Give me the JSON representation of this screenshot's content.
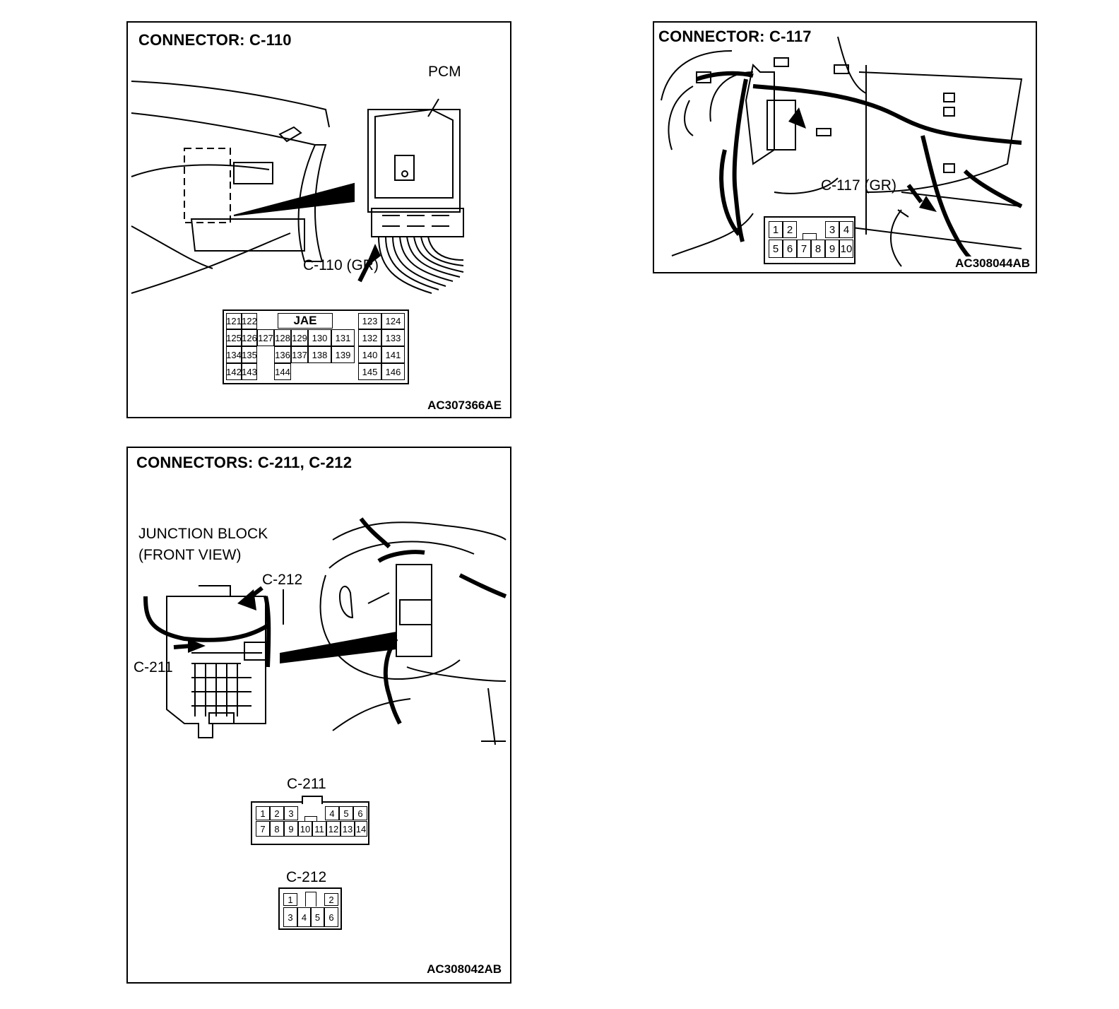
{
  "panels": {
    "c110": {
      "title": "CONNECTOR: C-110",
      "labels": {
        "pcm": "PCM",
        "connector": "C-110 (GR)"
      },
      "code": "AC307366AE",
      "pinout": {
        "housing": "JAE",
        "pins": [
          "121",
          "122",
          "123",
          "124",
          "125",
          "126",
          "127",
          "128",
          "129",
          "130",
          "131",
          "132",
          "133",
          "134",
          "135",
          "136",
          "137",
          "138",
          "139",
          "140",
          "141",
          "142",
          "143",
          "144",
          "145",
          "146"
        ]
      }
    },
    "c117": {
      "title": "CONNECTOR: C-117",
      "labels": {
        "connector": "C-117 (GR)"
      },
      "code": "AC308044AB",
      "pinout": {
        "pins": [
          "1",
          "2",
          "3",
          "4",
          "5",
          "6",
          "7",
          "8",
          "9",
          "10"
        ]
      }
    },
    "c211_c212": {
      "title": "CONNECTORS: C-211, C-212",
      "labels": {
        "junction_block_line1": "JUNCTION BLOCK",
        "junction_block_line2": "(FRONT VIEW)",
        "c212_callout": "C-212",
        "c211_callout": "C-211",
        "c211_caption": "C-211",
        "c212_caption": "C-212"
      },
      "code": "AC308042AB",
      "pinout_c211": {
        "pins": [
          "1",
          "2",
          "3",
          "4",
          "5",
          "6",
          "7",
          "8",
          "9",
          "10",
          "11",
          "12",
          "13",
          "14"
        ]
      },
      "pinout_c212": {
        "pins": [
          "1",
          "2",
          "3",
          "4",
          "5",
          "6"
        ]
      }
    }
  }
}
